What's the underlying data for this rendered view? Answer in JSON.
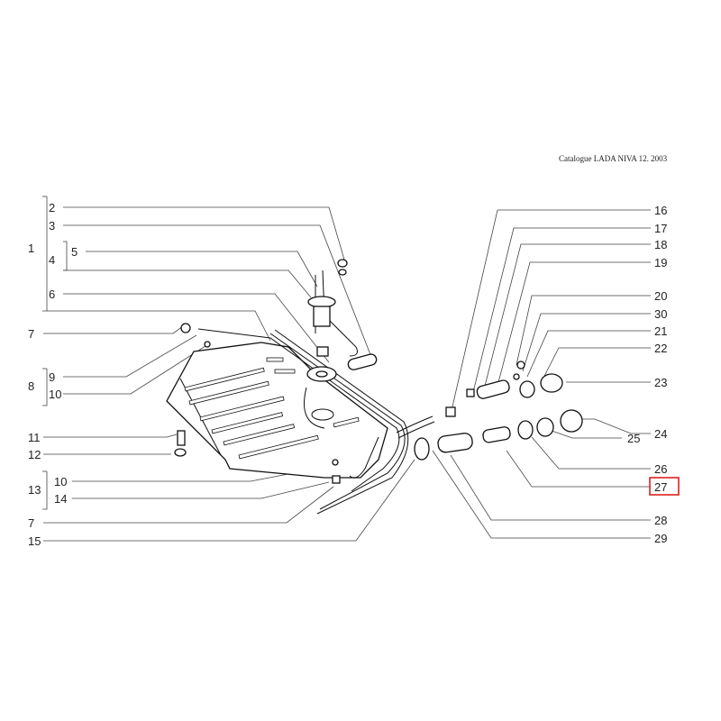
{
  "header": {
    "catalogue": "Catalogue LADA NIVA 12. 2003"
  },
  "callouts_left": [
    "1",
    "2",
    "3",
    "4",
    "5",
    "6",
    "7",
    "8",
    "9",
    "10",
    "11",
    "12",
    "13",
    "10",
    "14",
    "7",
    "15"
  ],
  "callouts_right": [
    "16",
    "17",
    "18",
    "19",
    "20",
    "30",
    "21",
    "22",
    "23",
    "24",
    "25",
    "26",
    "27",
    "28",
    "29"
  ],
  "highlight": {
    "label": "27",
    "color": "#e02020"
  }
}
